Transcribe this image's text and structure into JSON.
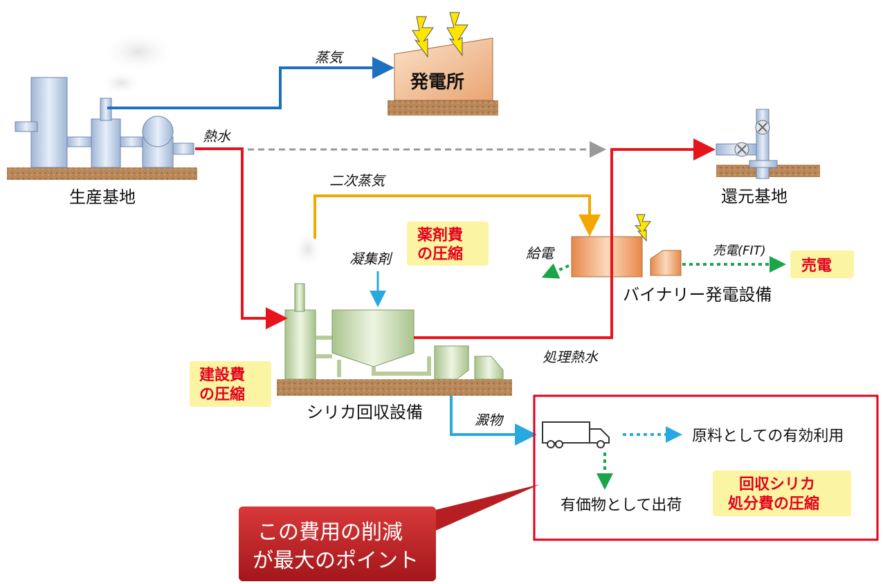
{
  "labels": {
    "steam": "蒸気",
    "power_plant": "発電所",
    "hot_water": "熱水",
    "production_base": "生産基地",
    "secondary_steam": "二次蒸気",
    "reinjection_base": "還元基地",
    "coagulant": "凝集剤",
    "power_supply": "給電",
    "binary_plant": "バイナリー発電設備",
    "sell_power_fit": "売電(FIT)",
    "sell_power": "売電",
    "treated_hot_water": "処理熱水",
    "silica_plant": "シリカ回収設備",
    "sediment": "澱物",
    "raw_material_use": "原料としての有効利用",
    "ship_as_valuable": "有価物として出荷",
    "callout_line1": "この費用の削減",
    "callout_line2": "が最大のポイント"
  },
  "notes": {
    "chemical_cost_1": "薬剤費",
    "chemical_cost_2": "の圧縮",
    "construction_cost_1": "建設費",
    "construction_cost_2": "の圧縮",
    "disposal_cost_1": "回収シリカ",
    "disposal_cost_2": "処分費の圧縮"
  },
  "colors": {
    "steam_line": "#1f6fc0",
    "hot_water_line": "#e8141b",
    "secondary_steam_line": "#f2a800",
    "coagulant_line": "#29a8e0",
    "power_line": "#1aa54a",
    "note_bg": "#fbf5a3",
    "note_text": "#e4001b",
    "callout_bg": "#c81e22",
    "frame_border": "#e4001b"
  }
}
